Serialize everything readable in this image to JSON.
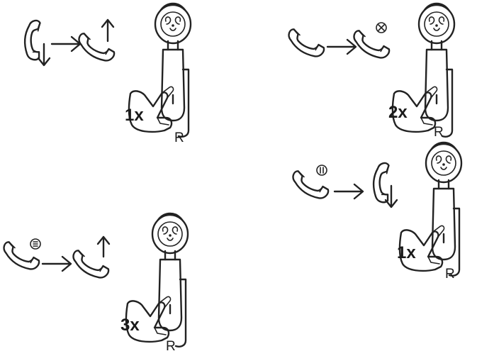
{
  "steps": [
    {
      "id": "answer",
      "count_label": "1x",
      "side_label": "R",
      "from_icon": "phone-hangup-down-icon",
      "to_icon": "phone-up-icon"
    },
    {
      "id": "reject",
      "count_label": "2x",
      "side_label": "R",
      "from_icon": "phone-icon",
      "to_icon": "phone-reject-icon"
    },
    {
      "id": "end",
      "count_label": "1x",
      "side_label": "R",
      "from_icon": "phone-active-call-icon",
      "to_icon": "phone-hangup-down-icon"
    },
    {
      "id": "redial",
      "count_label": "3x",
      "side_label": "R",
      "from_icon": "phone-redial-icon",
      "to_icon": "phone-up-icon"
    }
  ]
}
